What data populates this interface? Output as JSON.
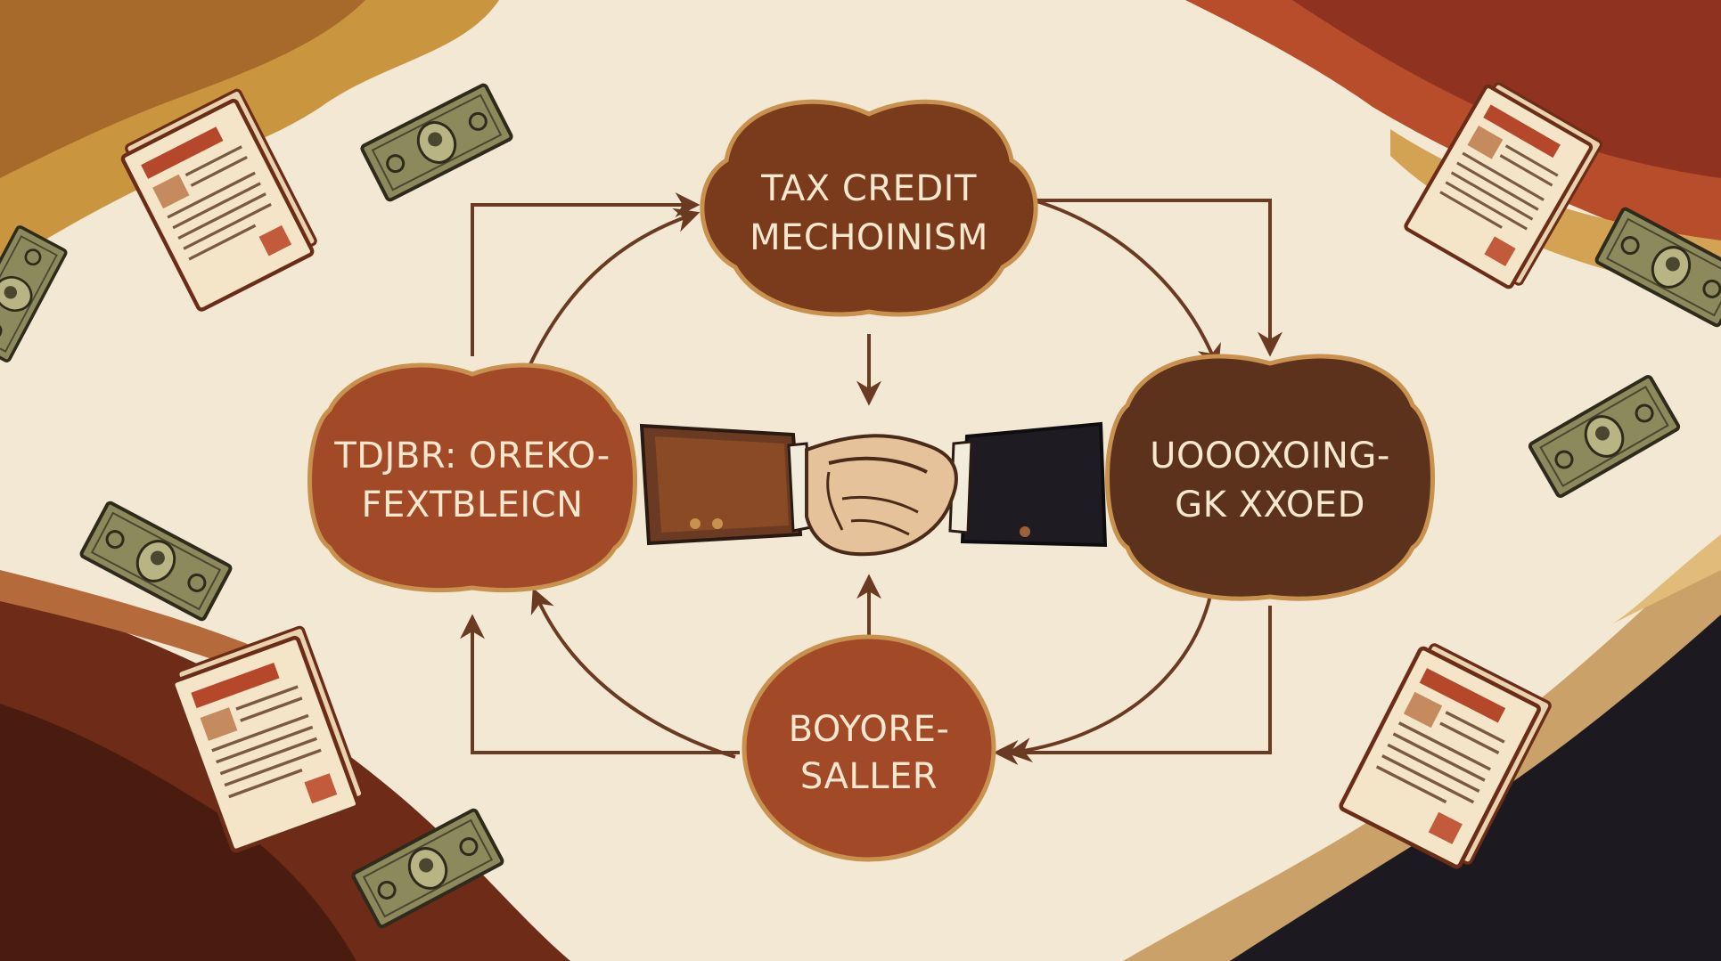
{
  "colors": {
    "background": "#f3e8d4",
    "node_dark_brown": "#7a3a1c",
    "node_rust": "#a24a28",
    "node_deep_brown": "#5c321c",
    "node_border": "#c9914e",
    "arrow": "#6b3a22",
    "text": "#f6e7cf"
  },
  "diagram": {
    "nodes": {
      "top": {
        "lines": [
          "TAX CREDIT",
          "MECHOINISM"
        ]
      },
      "left": {
        "lines": [
          "TDJBR: OREKO-",
          "FEXTBLEICN"
        ]
      },
      "right": {
        "lines": [
          "UOOOXOING-",
          "GK XXOED"
        ]
      },
      "bottom": {
        "lines": [
          "BOYORE-",
          "SALLER"
        ]
      }
    },
    "center_icon": "handshake-icon",
    "decorations": [
      "document-icon",
      "money-bill-icon"
    ]
  }
}
